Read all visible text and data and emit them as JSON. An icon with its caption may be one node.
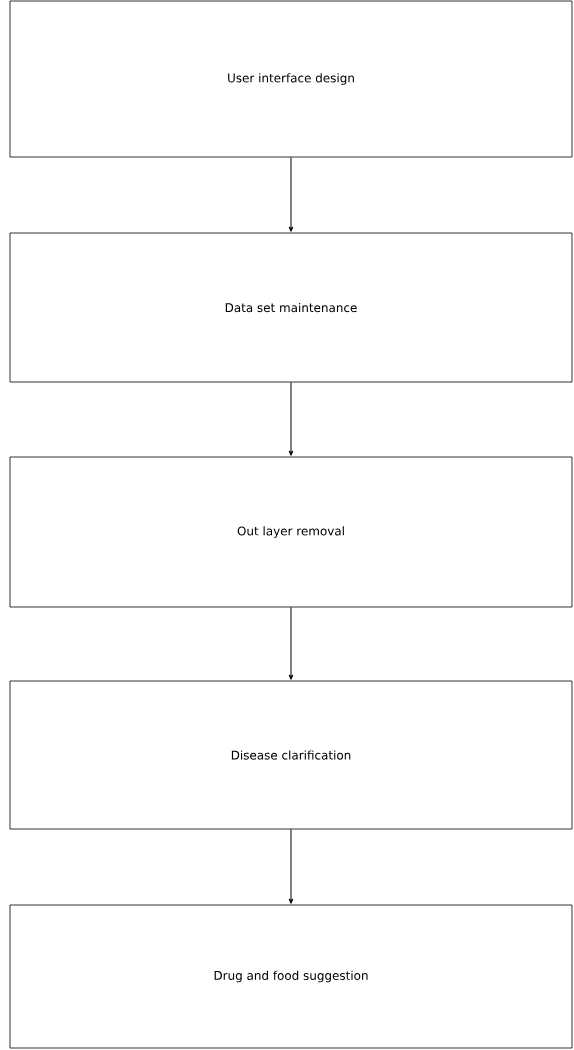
{
  "diagram": {
    "nodes": [
      {
        "text": [
          "User interface design"
        ]
      },
      {
        "text": [
          "Data set maintenance"
        ]
      },
      {
        "text": [
          "Out layer removal"
        ]
      },
      {
        "text": [
          "Disease clarification"
        ]
      },
      {
        "text": [
          "Drug and food suggestion"
        ]
      }
    ],
    "edges": [
      {
        "from": 0,
        "to": 1,
        "arrow": "to"
      },
      {
        "from": 1,
        "to": 2,
        "arrow": "to"
      },
      {
        "from": 2,
        "to": 3,
        "arrow": "to"
      },
      {
        "from": 3,
        "to": 4,
        "arrow": "to"
      }
    ]
  }
}
